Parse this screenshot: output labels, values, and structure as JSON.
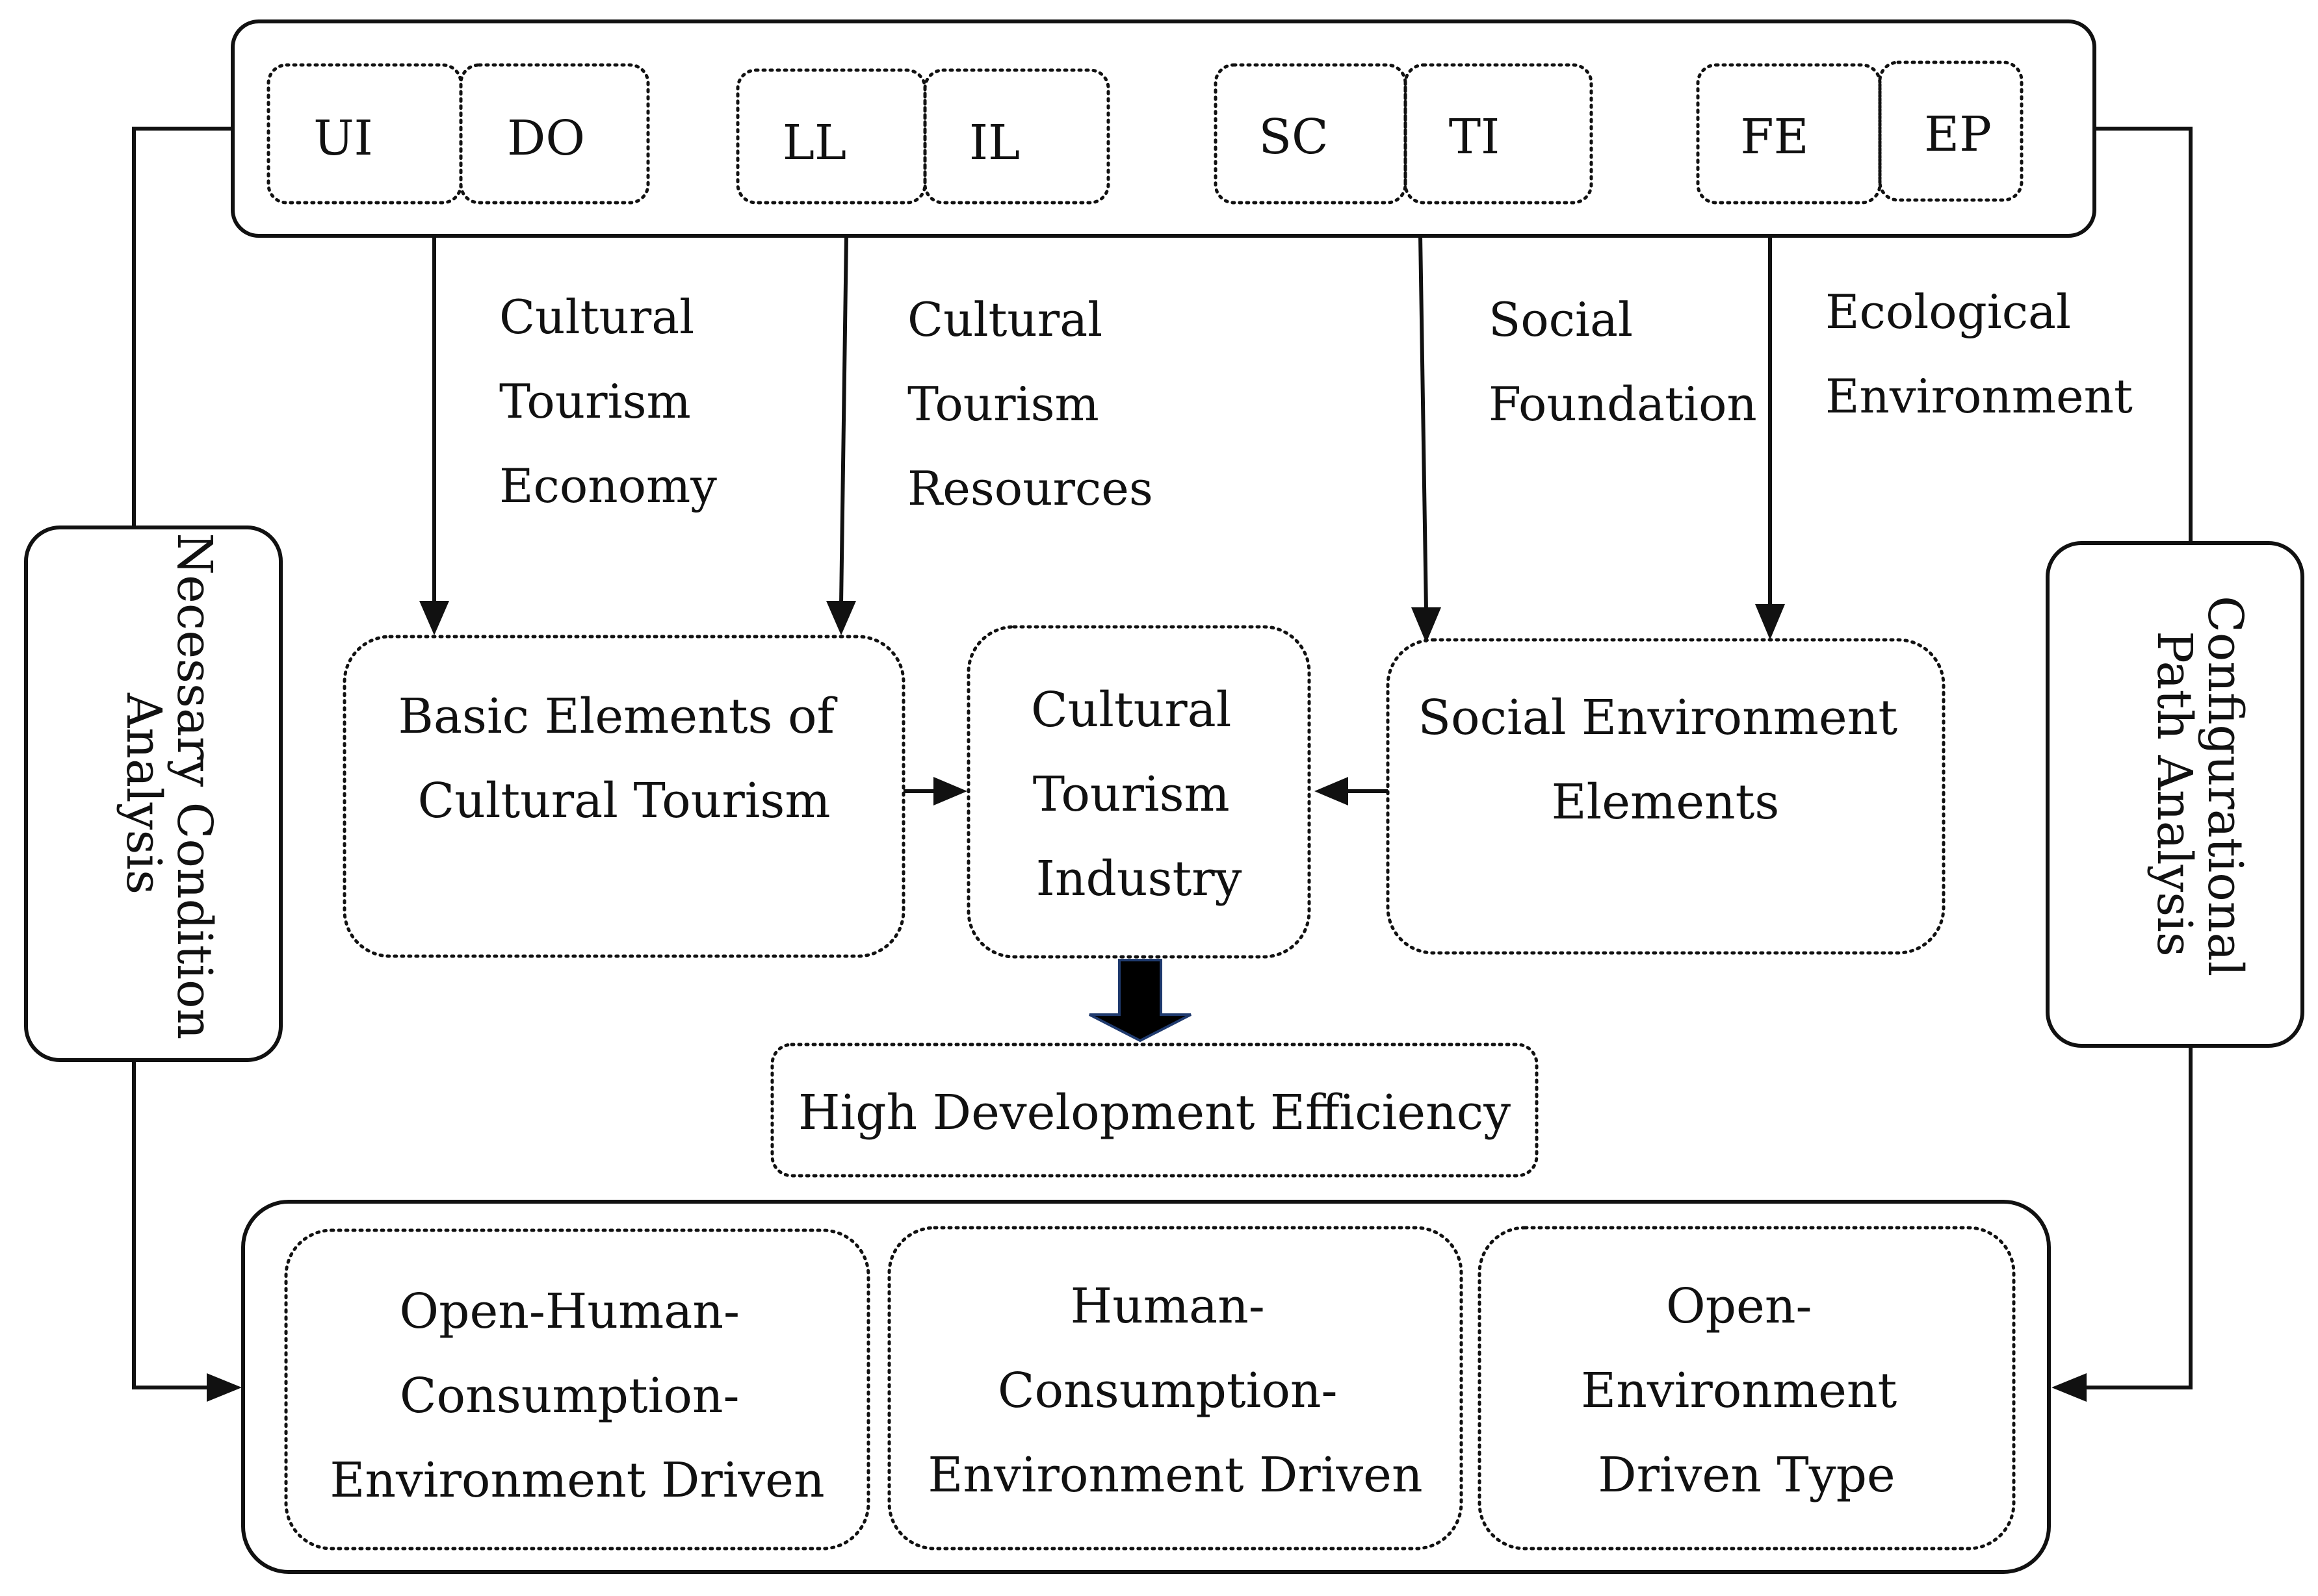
{
  "indicators": [
    {
      "label": "UI"
    },
    {
      "label": "DO"
    },
    {
      "label": "LL"
    },
    {
      "label": "IL"
    },
    {
      "label": "SC"
    },
    {
      "label": "TI"
    },
    {
      "label": "FE"
    },
    {
      "label": "EP"
    }
  ],
  "groups": {
    "economy": {
      "lines": [
        "Cultural",
        "Tourism",
        "Economy"
      ]
    },
    "resources": {
      "lines": [
        "Cultural",
        "Tourism",
        "Resources"
      ]
    },
    "social": {
      "lines": [
        "Social",
        "Foundation"
      ]
    },
    "ecological": {
      "lines": [
        "Ecological",
        "Environment"
      ]
    }
  },
  "elements": {
    "basic": {
      "lines": [
        "Basic Elements of",
        "Cultural Tourism"
      ]
    },
    "industry": {
      "lines": [
        "Cultural",
        "Tourism",
        "Industry"
      ]
    },
    "social_env": {
      "lines": [
        "Social Environment",
        "Elements"
      ]
    }
  },
  "outcome": {
    "label": "High Development Efficiency"
  },
  "side_labels": {
    "left": {
      "lines": [
        "Necessary  Condition",
        "Analysis"
      ]
    },
    "right": {
      "lines": [
        "Configurational",
        "Path Analysis"
      ]
    }
  },
  "paths": [
    {
      "lines": [
        "Open-Human-",
        "Consumption-",
        "Environment Driven"
      ]
    },
    {
      "lines": [
        "Human-",
        "Consumption-",
        "Environment Driven"
      ]
    },
    {
      "lines": [
        "Open-",
        "Environment",
        "Driven Type"
      ]
    }
  ],
  "colors": {
    "stroke": "#111111",
    "arrow_outline": "#1f3a6e",
    "arrow_fill": "#000000"
  }
}
